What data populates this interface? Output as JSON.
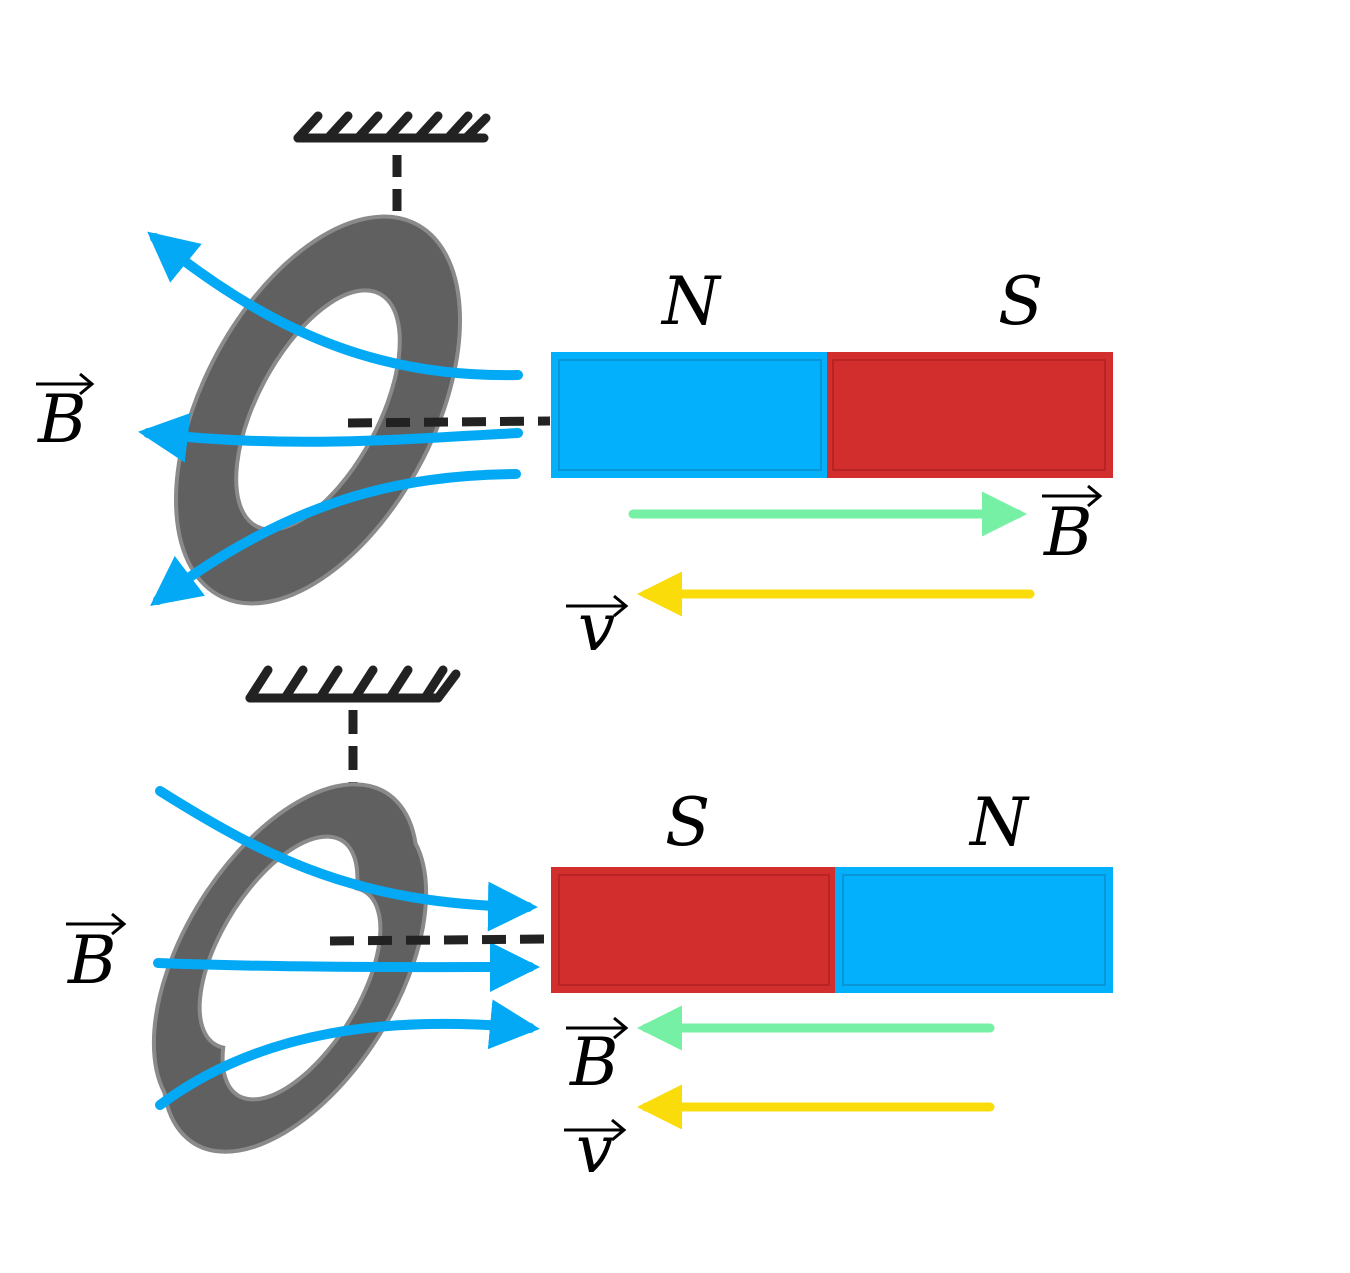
{
  "colors": {
    "north": "#03b0fb",
    "south": "#d22e2e",
    "field_line": "#03a9f4",
    "ring": "#606060",
    "ring_stroke": "#8a8a8a",
    "support": "#222222",
    "magnet_field_arrow": "#75f0a5",
    "velocity_arrow": "#fbdc0b"
  },
  "top": {
    "magnet_left_label": "N",
    "magnet_right_label": "S",
    "ring_field_label": "B",
    "magnet_field_label": "B",
    "velocity_label": "v"
  },
  "bottom": {
    "magnet_left_label": "S",
    "magnet_right_label": "N",
    "ring_field_label": "B",
    "magnet_field_label": "B",
    "velocity_label": "v"
  }
}
